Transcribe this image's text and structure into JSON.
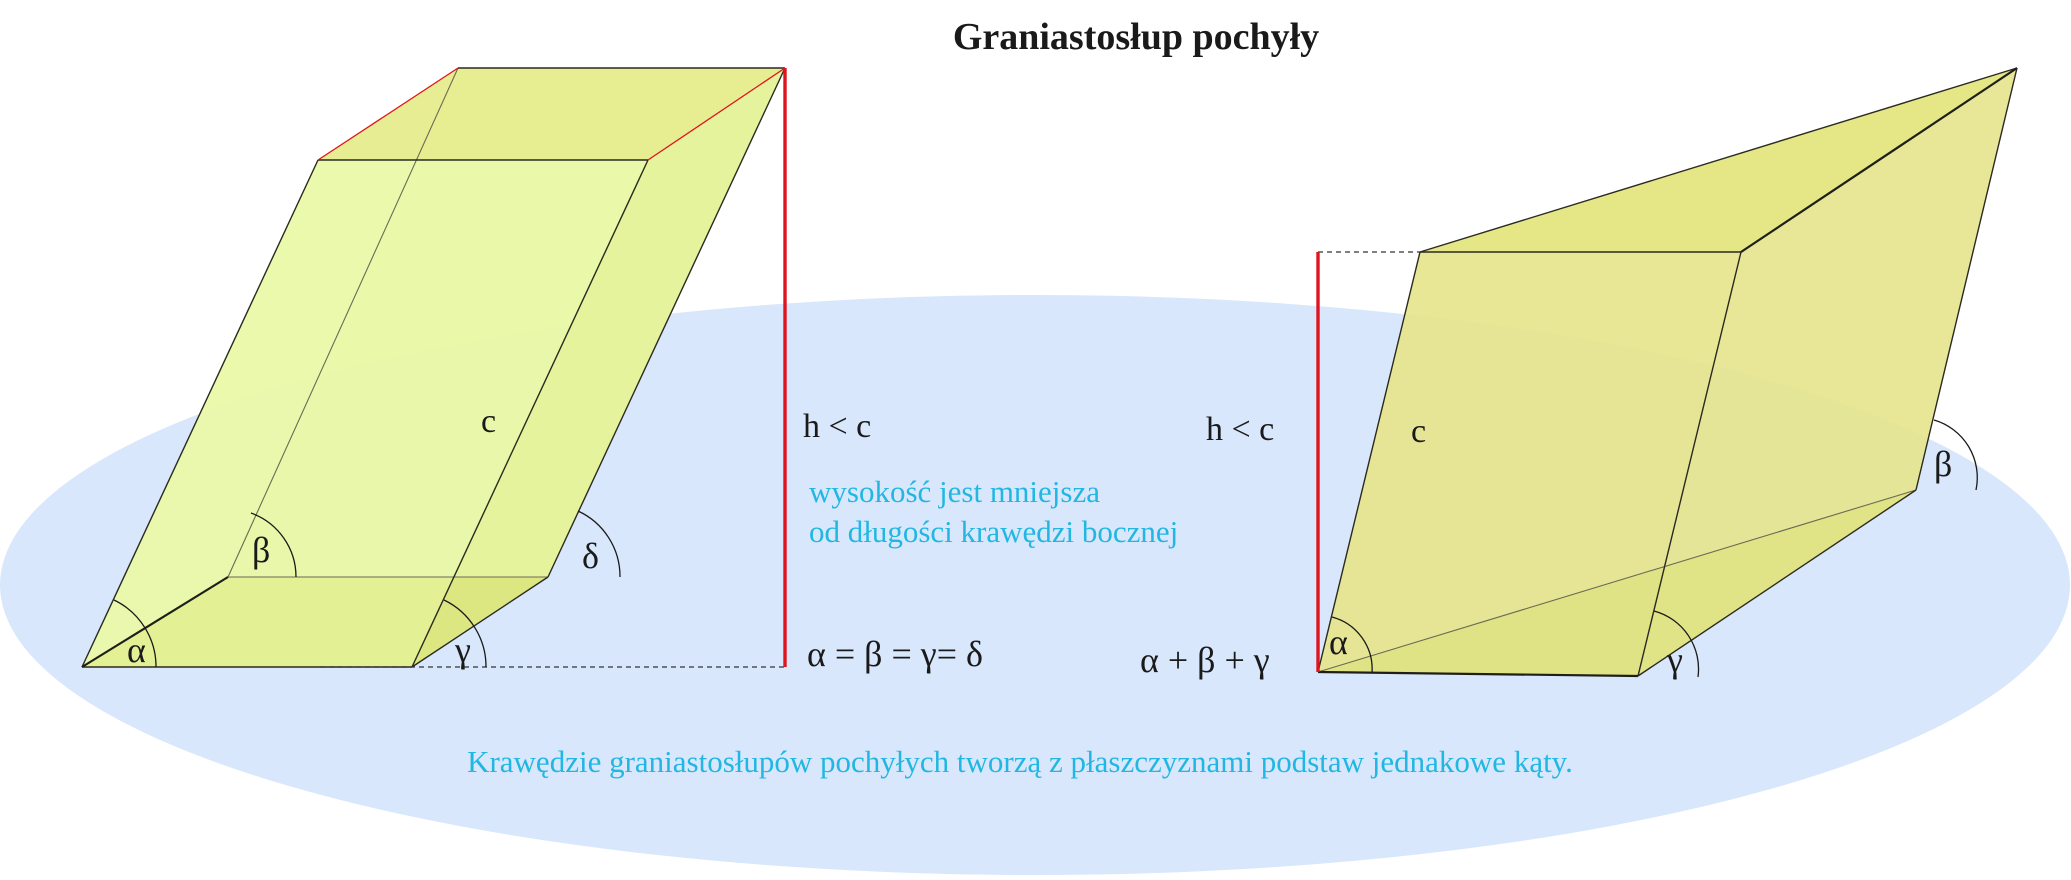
{
  "title": "Graniastosłup pochyły",
  "left_prism": {
    "edge_label": "c",
    "height_label": "h < c",
    "note_line1": "wysokość jest mniejsza",
    "note_line2": "od długości krawędzi bocznej",
    "equation": "α = β = γ= δ",
    "angle_alpha": "α",
    "angle_beta": "β",
    "angle_gamma": "γ",
    "angle_delta": "δ"
  },
  "right_prism": {
    "edge_label": "c",
    "height_label": "h < c",
    "equation": "α + β + γ",
    "angle_alpha": "α",
    "angle_beta": "β",
    "angle_gamma": "γ"
  },
  "footer_note": "Krawędzie graniastosłupów pochyłych tworzą z płaszczyznami podstaw jednakowe kąty.",
  "colors": {
    "ellipse_fill": "#d8e7fb",
    "face_light": "#e9f8a8",
    "face_mid": "#e3ef94",
    "face_top": "#e4e78a",
    "right_face": "#e5e48e",
    "accent_cyan": "#21b7e2",
    "height_red": "#e0141e",
    "text_dark": "#1a1a1a"
  }
}
